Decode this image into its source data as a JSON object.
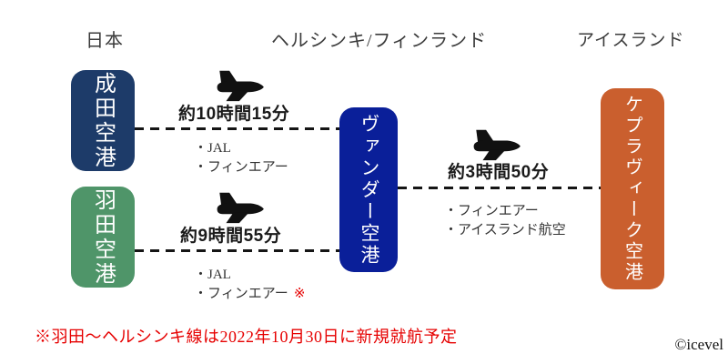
{
  "headers": {
    "japan": "日本",
    "helsinki": "ヘルシンキ/フィンランド",
    "iceland": "アイスランド"
  },
  "airports": {
    "narita": {
      "label": "成田空港",
      "color": "#1d3b69"
    },
    "haneda": {
      "label": "羽田空港",
      "color": "#4f9569"
    },
    "vantaa": {
      "label": "ヴァンダー空港",
      "color": "#0a1f99"
    },
    "keflavik": {
      "label": "ケプラヴィーク空港",
      "color": "#ca5f2e"
    }
  },
  "routes": {
    "narita_vantaa": {
      "duration": "約10時間15分",
      "airlines": [
        "・JAL",
        "・フィンエアー"
      ]
    },
    "haneda_vantaa": {
      "duration": "約9時間55分",
      "airlines": [
        "・JAL",
        "・フィンエアー"
      ],
      "note_mark": "※"
    },
    "vantaa_keflavik": {
      "duration": "約3時間50分",
      "airlines": [
        "・フィンエアー",
        "・アイスランド航空"
      ]
    }
  },
  "footnote": {
    "text": "※羽田〜ヘルシンキ線は2022年10月30日に新規就航予定",
    "color": "#e60000"
  },
  "copyright": "©icevel",
  "icons": {
    "airplane": "airplane-icon"
  },
  "colors": {
    "line": "#151515",
    "duration_text": "#1a1a1a",
    "airline_text": "#333333",
    "header_text": "#3b3b3b"
  }
}
